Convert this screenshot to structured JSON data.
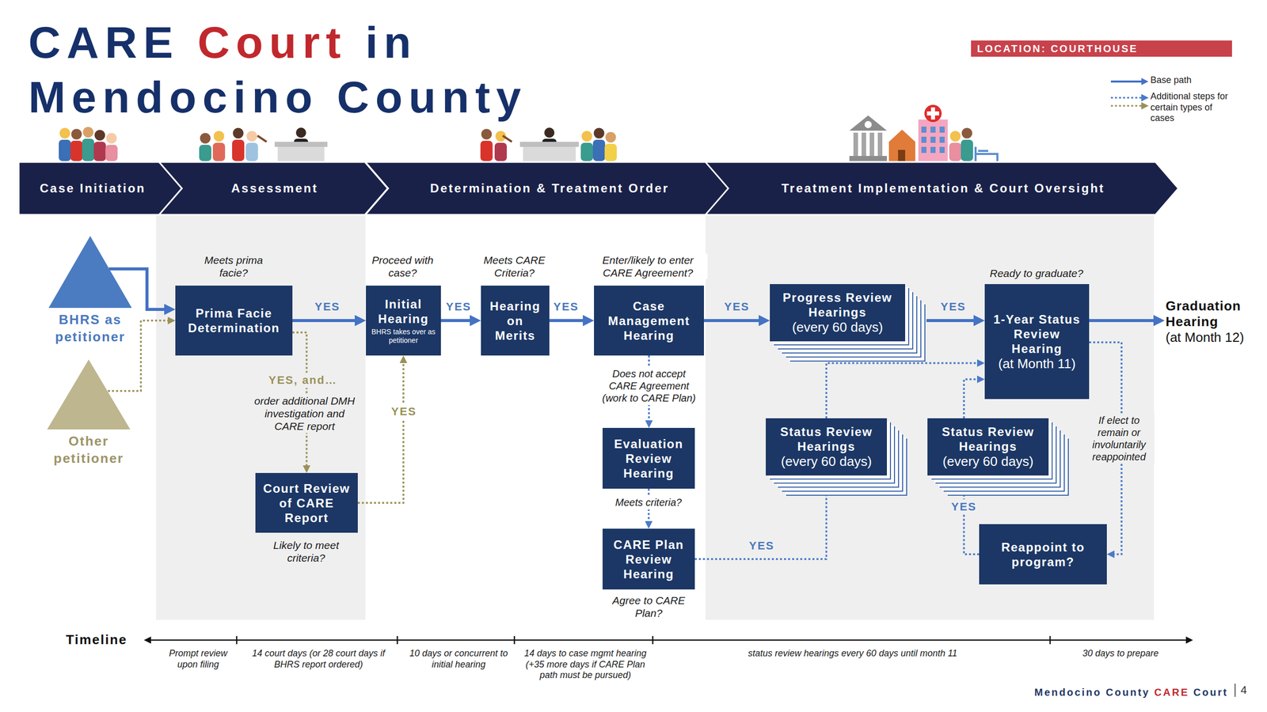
{
  "diagram": {
    "title": "CARE Court in Mendocino County",
    "nodes": [
      {
        "text": [
          "Case Initiation"
        ]
      },
      {
        "text": [
          "Assessment"
        ]
      },
      {
        "text": [
          "Determination & Treatment Order"
        ]
      },
      {
        "text": [
          "Treatment Implementation & Court Oversight"
        ]
      },
      {
        "text": [
          "BHRS as petitioner"
        ]
      },
      {
        "text": [
          "Other petitioner"
        ]
      },
      {
        "text": [
          "Prima Facie Determination"
        ]
      },
      {
        "text": [
          "Initial Hearing",
          "BHRS takes over as petitioner"
        ]
      },
      {
        "text": [
          "Hearing on Merits"
        ]
      },
      {
        "text": [
          "Case Management Hearing"
        ]
      },
      {
        "text": [
          "Court Review of CARE Report"
        ]
      },
      {
        "text": [
          "Evaluation Review Hearing"
        ]
      },
      {
        "text": [
          "CARE Plan Review Hearing"
        ]
      },
      {
        "text": [
          "Progress Review Hearings",
          "(every 60 days)"
        ]
      },
      {
        "text": [
          "Status Review Hearings",
          "(every 60 days)"
        ]
      },
      {
        "text": [
          "Status Review Hearings",
          "(every 60 days)"
        ]
      },
      {
        "text": [
          "1-Year Status Review Hearing",
          "(at Month 11)"
        ]
      },
      {
        "text": [
          "Reappoint to program?"
        ]
      },
      {
        "text": [
          "Graduation Hearing",
          "(at Month 12)"
        ]
      }
    ],
    "edges": [
      {
        "from": 4,
        "to": 6,
        "arrow": "to"
      },
      {
        "from": 5,
        "to": 6,
        "arrow": "to"
      },
      {
        "from": 6,
        "to": 7,
        "label": "YES",
        "arrow": "to"
      },
      {
        "from": 6,
        "to": 10,
        "label": "YES, and…",
        "arrow": "to"
      },
      {
        "from": 10,
        "to": 7,
        "label": "YES",
        "arrow": "to"
      },
      {
        "from": 7,
        "to": 8,
        "label": "YES",
        "arrow": "to"
      },
      {
        "from": 8,
        "to": 9,
        "label": "YES",
        "arrow": "to"
      },
      {
        "from": 9,
        "to": 13,
        "label": "YES",
        "arrow": "to"
      },
      {
        "from": 13,
        "to": 16,
        "label": "YES",
        "arrow": "to"
      },
      {
        "from": 9,
        "to": 11,
        "label": "Does not accept CARE Agreement (work to CARE Plan)",
        "arrow": "to"
      },
      {
        "from": 11,
        "to": 12,
        "label": "Meets criteria?",
        "arrow": "to"
      },
      {
        "from": 12,
        "to": 14,
        "label": "YES",
        "arrow": "none"
      },
      {
        "from": 14,
        "to": 16,
        "arrow": "to"
      },
      {
        "from": 16,
        "to": 17,
        "label": "If elect to remain or involuntarily reappointed",
        "arrow": "to"
      },
      {
        "from": 17,
        "to": 15,
        "label": "YES",
        "arrow": "none"
      },
      {
        "from": 15,
        "to": 16,
        "arrow": "to"
      },
      {
        "from": 16,
        "to": 18,
        "arrow": "to"
      }
    ],
    "labels": [
      "LOCATION: COURTHOUSE",
      "Meets prima facie?",
      "Proceed with case?",
      "Meets CARE Criteria?",
      "Enter/likely to enter CARE Agreement?",
      "Ready to graduate?",
      "order additional DMH investigation and CARE report",
      "Likely to meet criteria?",
      "Agree to CARE Plan?",
      "Timeline",
      "Prompt review upon filing",
      "14 court days (or 28 court days if BHRS report ordered)",
      "10 days or concurrent to initial hearing",
      "14 days to case mgmt hearing (+35 more days if CARE Plan path must be pursued)",
      "status review hearings every 60 days until month 11",
      "30 days to prepare",
      "Mendocino County CARE Court",
      "4"
    ],
    "legend": [
      {
        "text": "Base path"
      },
      {
        "text": "Additional steps for certain types of cases"
      }
    ]
  }
}
